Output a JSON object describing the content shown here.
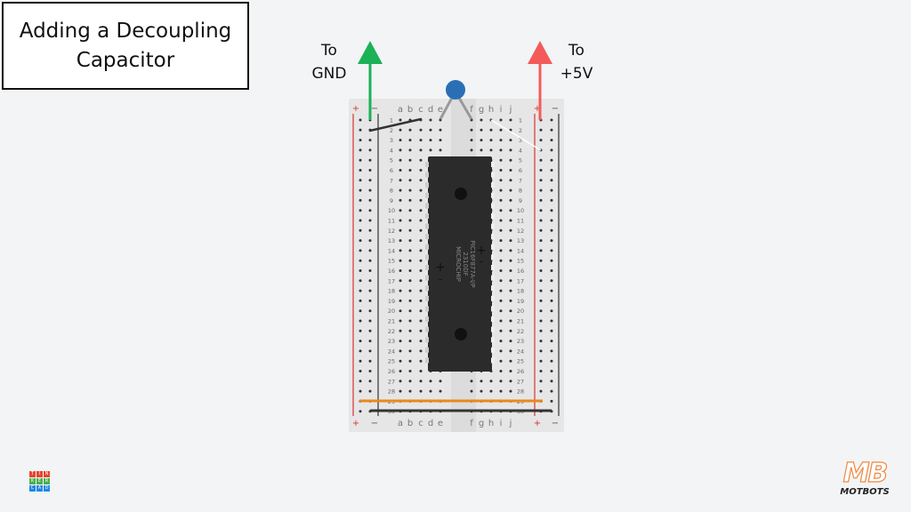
{
  "title": {
    "line1": "Adding a Decoupling",
    "line2": "Capacitor"
  },
  "labels": {
    "gnd_to": "To",
    "gnd": "GND",
    "vcc_to": "To",
    "vcc": "+5V"
  },
  "breadboard": {
    "columns_left": [
      "a",
      "b",
      "c",
      "d",
      "e"
    ],
    "columns_right": [
      "f",
      "g",
      "h",
      "i",
      "j"
    ],
    "rows": 30,
    "rail_plus": "+",
    "rail_minus": "−"
  },
  "chip": {
    "marking_lines": [
      "PIC16F877A-I/P",
      "2310DF",
      "MICROCHIP"
    ],
    "plus": "+",
    "minus": "-"
  },
  "colors": {
    "gnd_arrow": "#1bb157",
    "vcc_arrow": "#f45a5a",
    "capacitor": "#2a6fb5",
    "orange_wire": "#e8891d",
    "board": "#e6e6e6"
  },
  "logos": {
    "tinkercad": [
      "T",
      "I",
      "N",
      "K",
      "E",
      "R",
      "C",
      "A",
      "D"
    ],
    "motbots_mark": "MB",
    "motbots_name": "MOTBOTS"
  }
}
